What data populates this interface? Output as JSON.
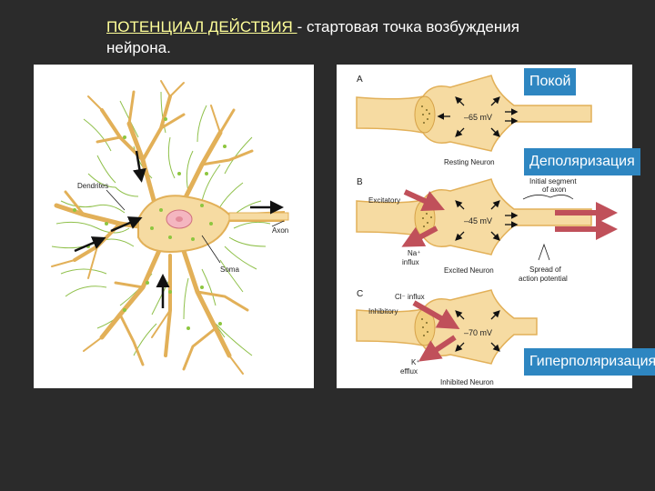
{
  "title": {
    "underlined": "ПОТЕНЦИАЛ ДЕЙСТВИЯ ",
    "rest": " - стартовая точка возбуждения нейрона."
  },
  "left_figure": {
    "labels": {
      "dendrites": "Dendrites",
      "axon": "Axon",
      "soma": "Soma"
    }
  },
  "right_figure": {
    "panels": [
      {
        "letter": "A",
        "voltage": "–65 mV",
        "caption": "Resting Neuron"
      },
      {
        "letter": "B",
        "voltage": "–45 mV",
        "caption": "Excited Neuron",
        "input": "Excitatory",
        "ion1": "Na⁺",
        "ion2": "influx",
        "segment1": "Initial segment",
        "segment2": "of axon",
        "spread1": "Spread of",
        "spread2": "action potential"
      },
      {
        "letter": "C",
        "voltage": "–70 mV",
        "caption": "Inhibited Neuron",
        "input": "Inhibitory",
        "ion_top": "Cl⁻ influx",
        "ion1": "K⁺",
        "ion2": "efflux"
      }
    ]
  },
  "badges": {
    "rest": "Покой",
    "depolarization": "Деполяризация",
    "hyperpolarization": "Гиперполяризация"
  },
  "colors": {
    "background": "#2b2b2b",
    "badge": "#2e86c1",
    "neuron_fill": "#f6dba2",
    "neuron_stroke": "#e2b058",
    "arrow_red": "#c0505a",
    "glia_green": "#8fc04a"
  }
}
